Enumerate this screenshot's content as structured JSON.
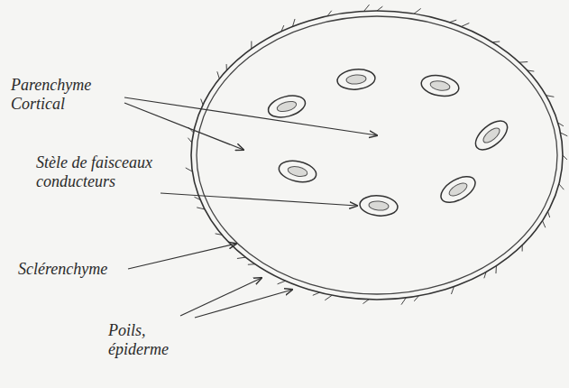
{
  "diagram": {
    "labels": [
      "Parenchyme Cortical",
      "Stèle de faisceaux conducteurs",
      "Sclérenchyme",
      "Poils, épiderme"
    ]
  }
}
